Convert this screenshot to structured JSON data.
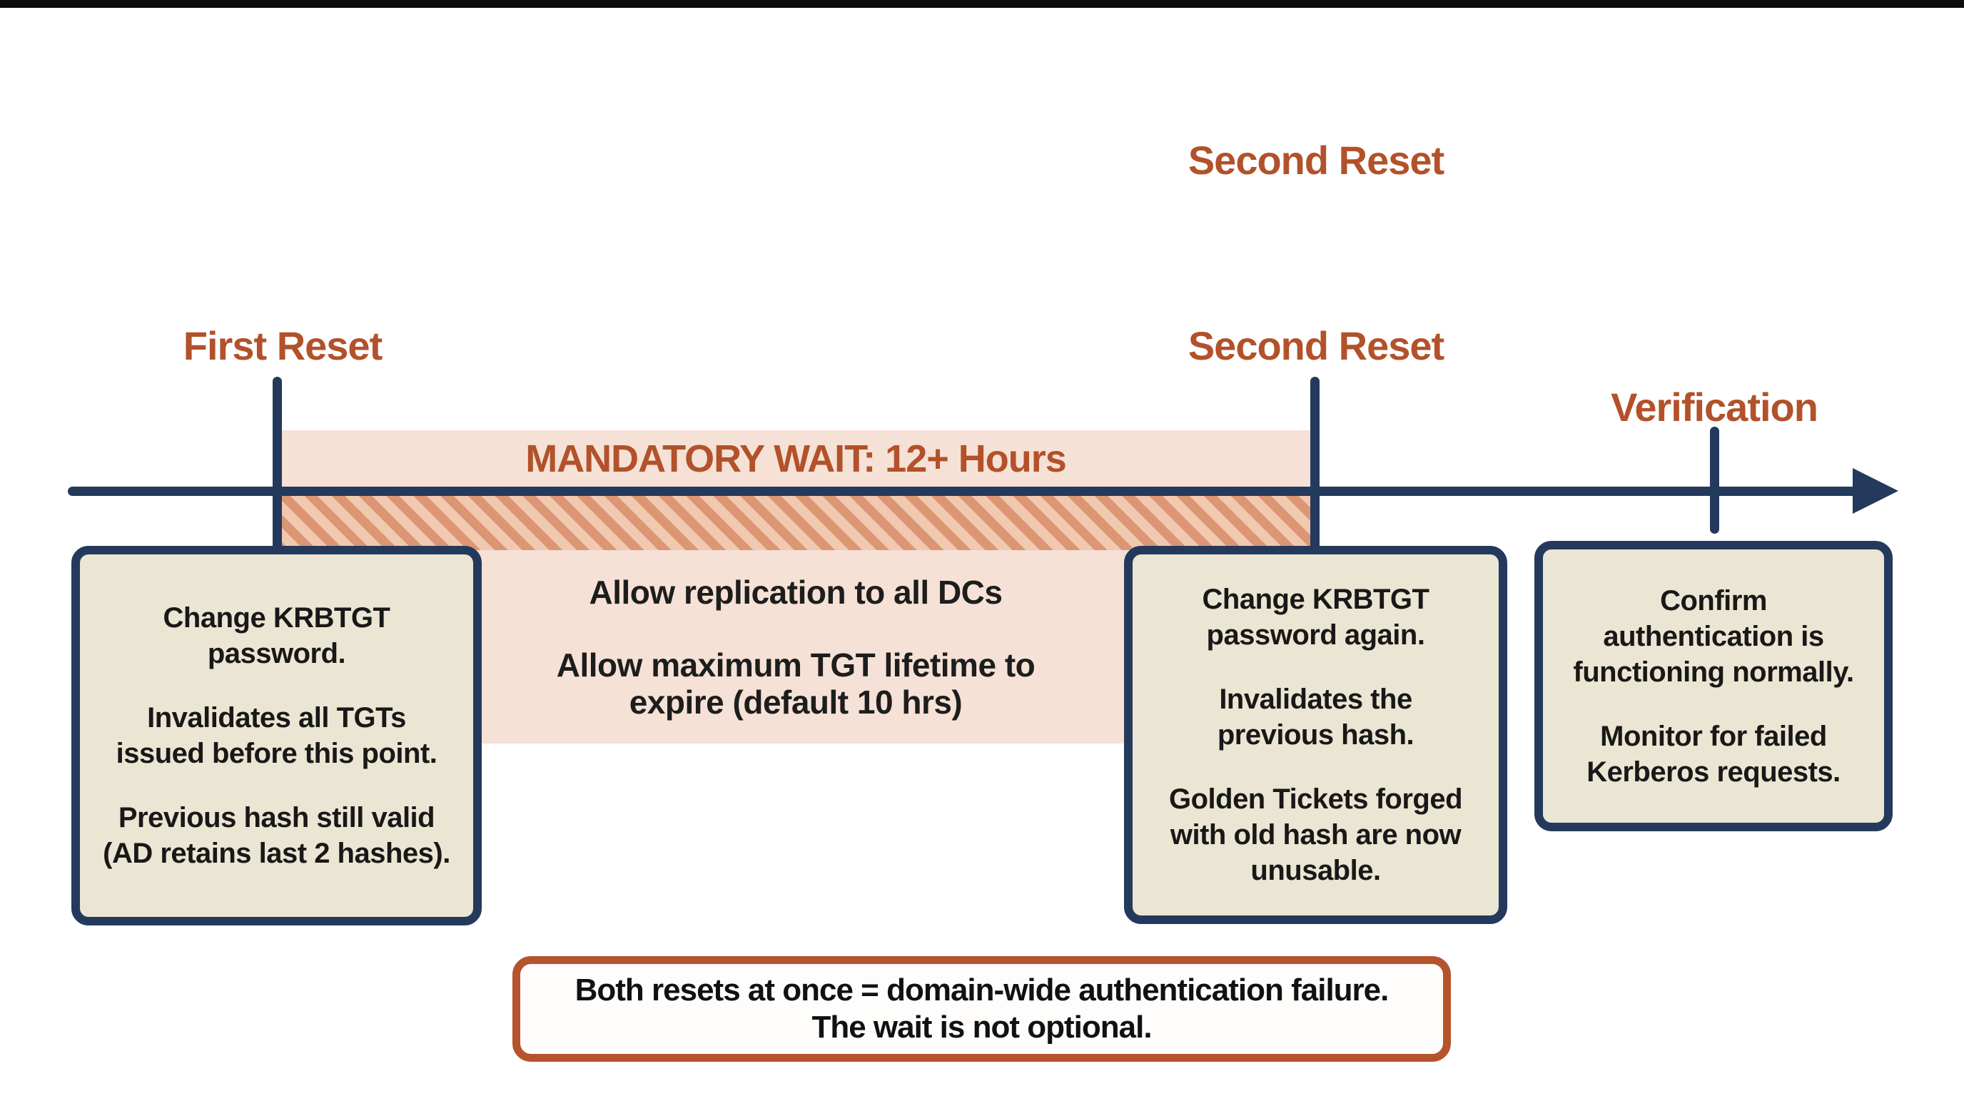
{
  "colors": {
    "navy": "#243a5c",
    "rust": "#b2512a",
    "band": "#f5e1d6",
    "hatch_light": "#f1c8b0",
    "hatch_dark": "#dc9674",
    "box_fill": "#ebe5d3",
    "box_text": "#181818",
    "warning_border": "#b5532c",
    "topbar": "#0d0d0d"
  },
  "labels": {
    "top_second_reset": "Second Reset",
    "first_reset": "First Reset",
    "second_reset": "Second Reset",
    "verification": "Verification"
  },
  "wait_band": {
    "title": "MANDATORY WAIT: 12+ Hours",
    "detail_1": "Allow replication to all DCs",
    "detail_2_line_1": "Allow maximum TGT lifetime to",
    "detail_2_line_2": "expire (default 10 hrs)"
  },
  "box_first": {
    "lines": [
      [
        "Change KRBTGT",
        "password."
      ],
      [
        "Invalidates all TGTs",
        "issued before this point."
      ],
      [
        "Previous hash still valid",
        "(AD retains last 2 hashes)."
      ]
    ]
  },
  "box_second": {
    "lines": [
      [
        "Change KRBTGT",
        "password again."
      ],
      [
        "Invalidates the",
        "previous hash."
      ],
      [
        "Golden Tickets forged",
        "with old hash are now",
        "unusable."
      ]
    ]
  },
  "box_verify": {
    "lines": [
      [
        "Confirm",
        "authentication is",
        "functioning normally."
      ],
      [
        "Monitor for failed",
        "Kerberos requests."
      ]
    ]
  },
  "warning": {
    "line_1": "Both resets at once = domain-wide authentication failure.",
    "line_2": "The wait is not optional."
  }
}
